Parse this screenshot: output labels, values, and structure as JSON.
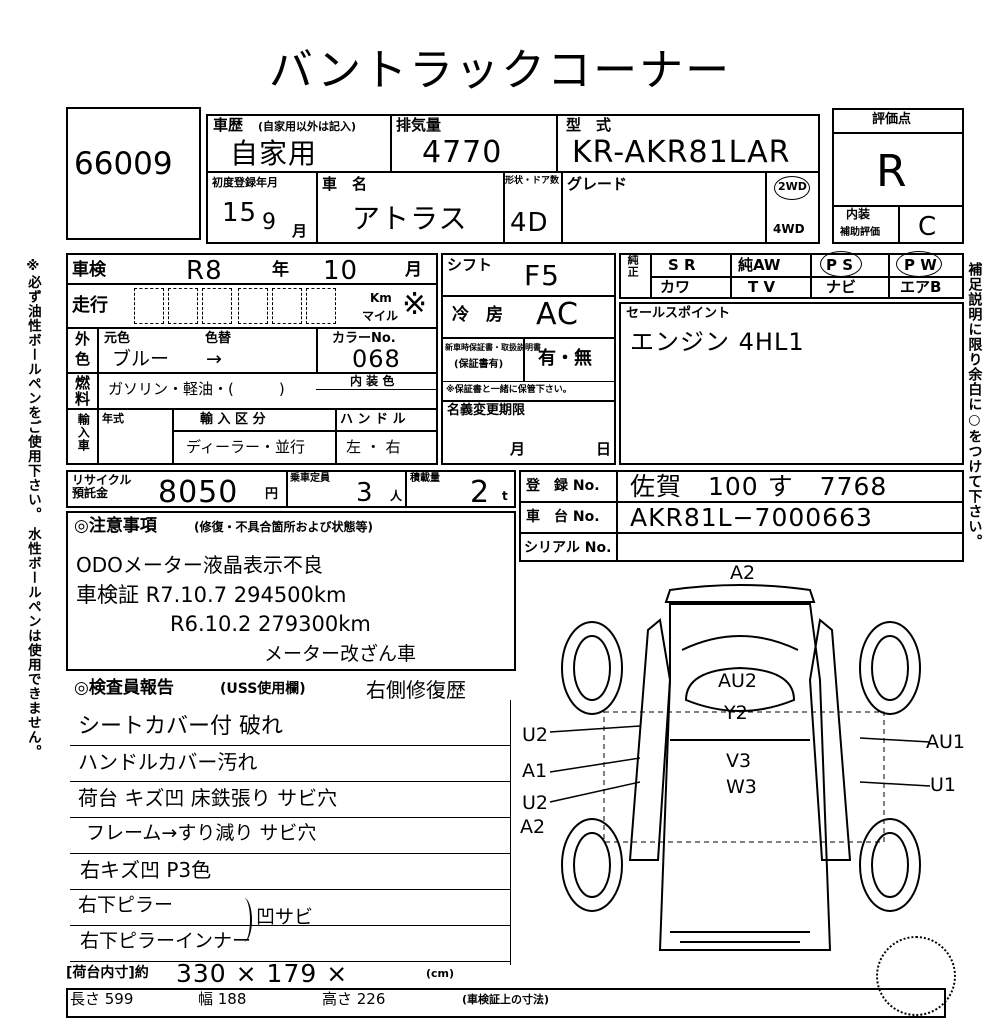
{
  "header": {
    "title": "バントラックコーナー"
  },
  "lot": {
    "number": "66009"
  },
  "vehicle_use": {
    "label": "車歴",
    "sub_label": "(自家用以外は記入)",
    "value": "自家用"
  },
  "displacement": {
    "label": "排気量",
    "value": "4770"
  },
  "model": {
    "label": "型　式",
    "value": "KR-AKR81LAR"
  },
  "score": {
    "label": "評価点",
    "value": "R"
  },
  "first_reg": {
    "label": "初度登録年月",
    "year": "15",
    "month": "9",
    "month_unit": "月"
  },
  "car_name": {
    "label": "車　名",
    "value": "アトラス"
  },
  "doors": {
    "label": "形状・ドア数",
    "value": "4D"
  },
  "grade": {
    "label": "グレード"
  },
  "drive": {
    "two": "2WD",
    "four": "4WD"
  },
  "interior_score": {
    "label": "内装",
    "sub": "補助評価",
    "value": "C"
  },
  "inspection": {
    "label": "車検",
    "era": "R8",
    "year_unit": "年",
    "month": "10",
    "month_unit": "月"
  },
  "mileage": {
    "label": "走行",
    "unit_km": "Km",
    "unit_mile": "マイル",
    "mark": "※"
  },
  "shift": {
    "label": "シフト",
    "value": "F5"
  },
  "ac": {
    "label": "冷　房",
    "value": "AC"
  },
  "options": {
    "label": "純正",
    "row1": [
      "S R",
      "純AW",
      "P S",
      "P W"
    ],
    "row2": [
      "T V",
      "ナビ",
      "エアB"
    ],
    "kawa": "カワ"
  },
  "color": {
    "label1": "外",
    "label2": "色",
    "orig": "元色",
    "change": "色替",
    "orig_value": "ブルー",
    "arrow": "→",
    "code_label": "カラーNo.",
    "code_value": "068",
    "interior_label": "内 装 色"
  },
  "fuel": {
    "label1": "燃",
    "label2": "料",
    "value": "ガソリン・軽油・(　　　)"
  },
  "manual": {
    "label": "新車時保証書・取扱説明書",
    "sub": "(保証書有)",
    "value": "有・無",
    "note": "※保証書と一緒に保管下さい。"
  },
  "sales_point": {
    "label": "セールスポイント",
    "value": "エンジン 4HL1"
  },
  "import": {
    "label": "輸入車",
    "year": "年式",
    "category_label": "輸 入 区 分",
    "category_value": "ディーラー・並行",
    "handle_label": "ハ ン ド ル",
    "handle_value": "左 ・ 右"
  },
  "name_change": {
    "label": "名義変更期限",
    "month": "月",
    "day": "日"
  },
  "recycle": {
    "label": "リサイクル預託金",
    "value": "8050",
    "unit": "円"
  },
  "capacity": {
    "label": "乗車定員",
    "value": "3",
    "unit": "人"
  },
  "load": {
    "label": "積載量",
    "value": "2",
    "unit": "t"
  },
  "registration": {
    "label": "登　録 No.",
    "value": "佐賀　100 す　7768"
  },
  "chassis": {
    "label": "車　台 No.",
    "value": "AKR81L−7000663"
  },
  "serial": {
    "label": "シリアル No."
  },
  "notes": {
    "label": "◎注意事項",
    "sub": "(修復・不具合箇所および状態等)",
    "lines": [
      "ODOメーター液晶表示不良",
      "車検証 R7.10.7  294500km",
      "R6.10.2  279300km",
      "メーター改ざん車"
    ]
  },
  "inspector": {
    "label": "◎検査員報告",
    "sub": "(USS使用欄)",
    "note": "右側修復歴",
    "lines": [
      "シートカバー付 破れ",
      "ハンドルカバー汚れ",
      "荷台 キズ凹 床鉄張り サビ穴",
      "フレーム→すり減り サビ穴",
      "右キズ凹 P3色",
      "右下ピラー",
      "右下ピラーインナー"
    ],
    "bracket": "凹サビ"
  },
  "bed_size": {
    "label": "[荷台内寸]約",
    "value": "330 × 179 ×",
    "unit": "(cm)"
  },
  "bottom": {
    "length": "長さ 599",
    "width": "幅 188",
    "height": "高さ 226",
    "note": "(車検証上の寸法)"
  },
  "side_text": {
    "left": "※必ず油性ボールペンをご使用下さい。 水性ボールペンは使用できません。",
    "right": "補足説明に限り余白に○をつけて下さい。"
  },
  "diagram": {
    "marks": {
      "front": "A2",
      "windshield": "AU2",
      "bonnet_mid": "Y2",
      "center1": "V3",
      "center2": "W3",
      "left1": "U2",
      "left2": "A1",
      "left3": "U2",
      "left4": "A2",
      "right1": "AU1",
      "right2": "U1"
    }
  }
}
